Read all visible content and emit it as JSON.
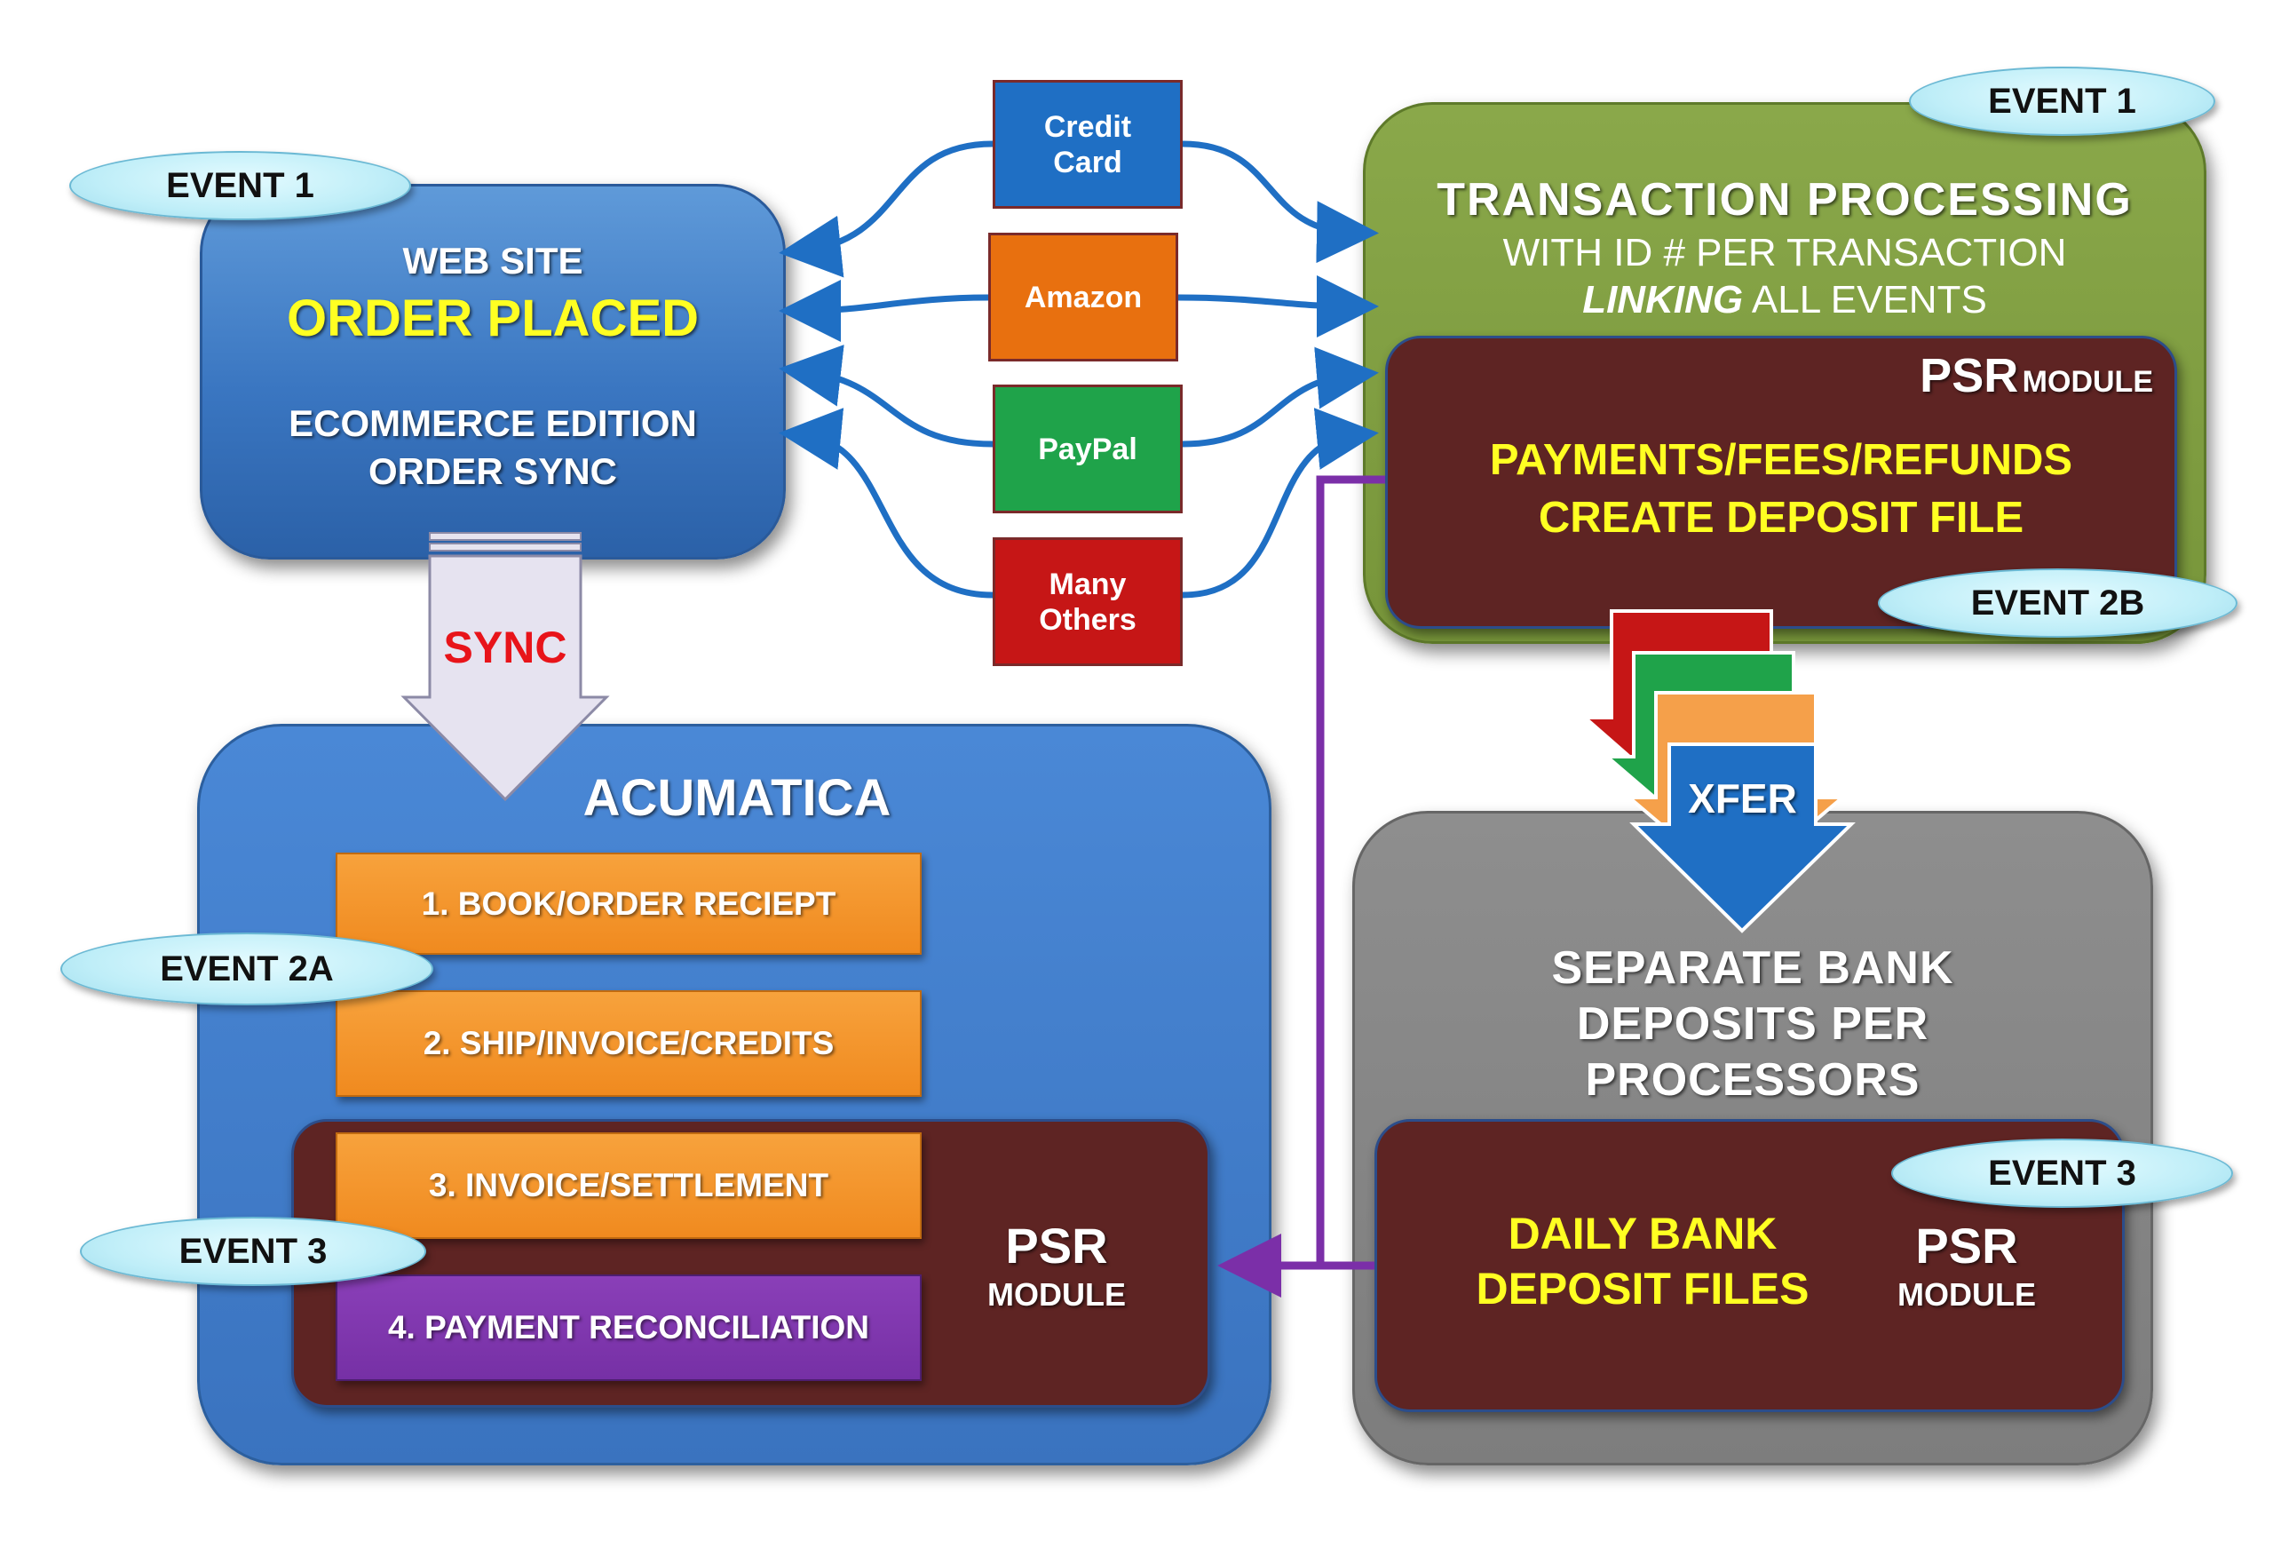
{
  "web_site": {
    "line1": "WEB SITE",
    "line2": "ORDER PLACED",
    "line3": "ECOMMERCE EDITION",
    "line4": "ORDER SYNC"
  },
  "sync_label": "SYNC",
  "payments": [
    {
      "label_line1": "Credit",
      "label_line2": "Card",
      "color": "#1f6fc4"
    },
    {
      "label_line1": "Amazon",
      "label_line2": "",
      "color": "#e8700f"
    },
    {
      "label_line1": "PayPal",
      "label_line2": "",
      "color": "#1fa34a"
    },
    {
      "label_line1": "Many",
      "label_line2": "Others",
      "color": "#c61616"
    }
  ],
  "transaction": {
    "title": "TRANSACTION PROCESSING",
    "sub1": "WITH ID # PER TRANSACTION",
    "sub2_em": "LINKING",
    "sub2_rest": " ALL EVENTS",
    "psr": "PSR",
    "module": "MODULE",
    "line1": "PAYMENTS/FEES/REFUNDS",
    "line2": "CREATE DEPOSIT FILE"
  },
  "xfer_label": "XFER",
  "acumatica": {
    "title": "ACUMATICA",
    "steps": [
      "1. BOOK/ORDER RECIEPT",
      "2. SHIP/INVOICE/CREDITS",
      "3. INVOICE/SETTLEMENT",
      "4. PAYMENT RECONCILIATION"
    ],
    "psr": "PSR",
    "module": "MODULE"
  },
  "bank": {
    "title1": "SEPARATE BANK",
    "title2": "DEPOSITS PER",
    "title3": "PROCESSORS",
    "daily1": "DAILY BANK",
    "daily2": "DEPOSIT FILES",
    "psr": "PSR",
    "module": "MODULE"
  },
  "events": {
    "web": "EVENT 1",
    "trans": "EVENT 1",
    "trans_2b": "EVENT 2B",
    "acu_2a": "EVENT 2A",
    "acu_3": "EVENT 3",
    "bank_3": "EVENT 3"
  },
  "colors": {
    "web_blue": "#3a76c1",
    "trans_green": "#7f9d42",
    "maroon": "#5e2423",
    "bank_gray": "#858585",
    "highlight_yellow": "#ffff22",
    "sync_red": "#e8141a",
    "connector_purple": "#7b2fa8",
    "flow_blue": "#1f6fc4"
  }
}
